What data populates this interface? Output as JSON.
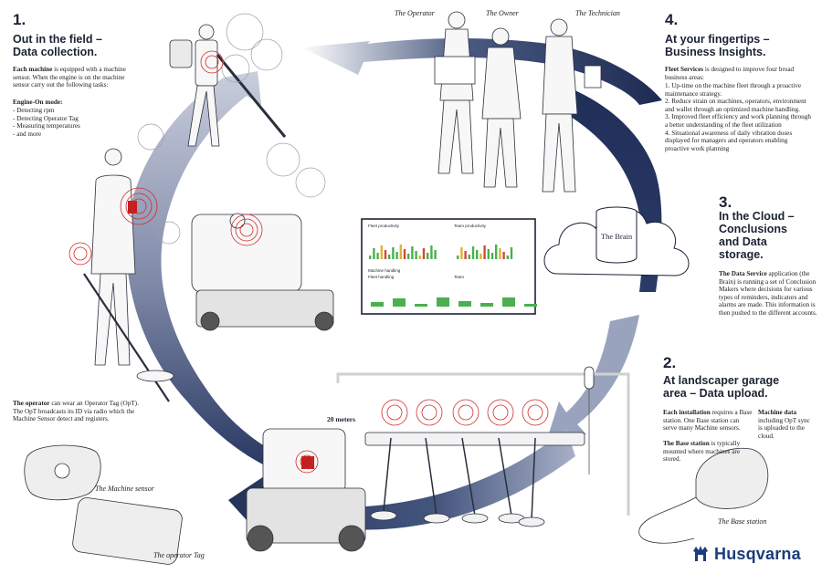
{
  "section1": {
    "number": "1.",
    "title_line1": "Out in the field –",
    "title_line2": "Data collection.",
    "intro_bold": "Each machine",
    "intro_rest": " is equipped with a machine sensor. When the engine is on the machine sensor carry out the following tasks:",
    "mode_label": "Engine-On mode:",
    "mode_items": [
      "- Detecting rpm",
      "- Detecting Operator Tag",
      "- Measuring temperatures",
      "- and more"
    ]
  },
  "operator_note": {
    "bold": "The operator",
    "rest": " can wear an Operator Tag (OpT). The OpT broadcasts its ID via radio which the Machine Sensor detect and registers."
  },
  "captions": {
    "machine_sensor": "The Machine sensor",
    "operator_tag": "The operator Tag",
    "base_station": "The Base station",
    "the_operator": "The Operator",
    "the_owner": "The Owner",
    "the_technician": "The Technician",
    "brain": "The Brain",
    "distance": "20 meters"
  },
  "section4": {
    "number": "4.",
    "title_line1": "At your fingertips –",
    "title_line2": "Business Insights.",
    "intro_bold": "Fleet Services",
    "intro_rest": " is designed to improve four broad business areas:",
    "items": [
      "1. Up-time on the machine fleet through a proactive maintenance strategy.",
      "2. Reduce strain on machines, operators, environment and wallet through an optimized machine handling.",
      "3. Improved fleet efficiency and work planning through a better understanding of the fleet utilization",
      "4. Situational awareness of daily vibration doses displayed for managers and operators enabling proactive work planning"
    ]
  },
  "section3": {
    "number": "3.",
    "title_line1": "In the Cloud –",
    "title_line2": "Conclusions",
    "title_line3": "and Data",
    "title_line4": "storage.",
    "intro_bold": "The Data Service",
    "intro_rest": " application (the Brain) is running a set of Conclusion Makers where decisions for various types of reminders, indicators and alarms are made. This information is then pushed to the different accounts."
  },
  "section2": {
    "number": "2.",
    "title_line1": "At landscaper garage",
    "title_line2": "area – Data upload.",
    "install_bold": "Each installation",
    "install_rest": " requires a Base station. One Base station can serve many Machine sensors.",
    "base_bold": "The Base station",
    "base_rest": " is typically mounted where machines are stored.",
    "machine_bold": "Machine data",
    "machine_rest": " including OpT sync is uploaded to the cloud."
  },
  "dashboard": {
    "panel_titles": [
      "Fleet productivity",
      "Team productivity",
      "Machine handling",
      "Team"
    ],
    "sub_title": "Fleet handling"
  },
  "brand": {
    "name": "Husqvarna",
    "color": "#1d3c7a"
  },
  "colors": {
    "arrow_dark": "#1f2f58",
    "arrow_light": "#aab2c9",
    "signal": "#d22a2a"
  }
}
